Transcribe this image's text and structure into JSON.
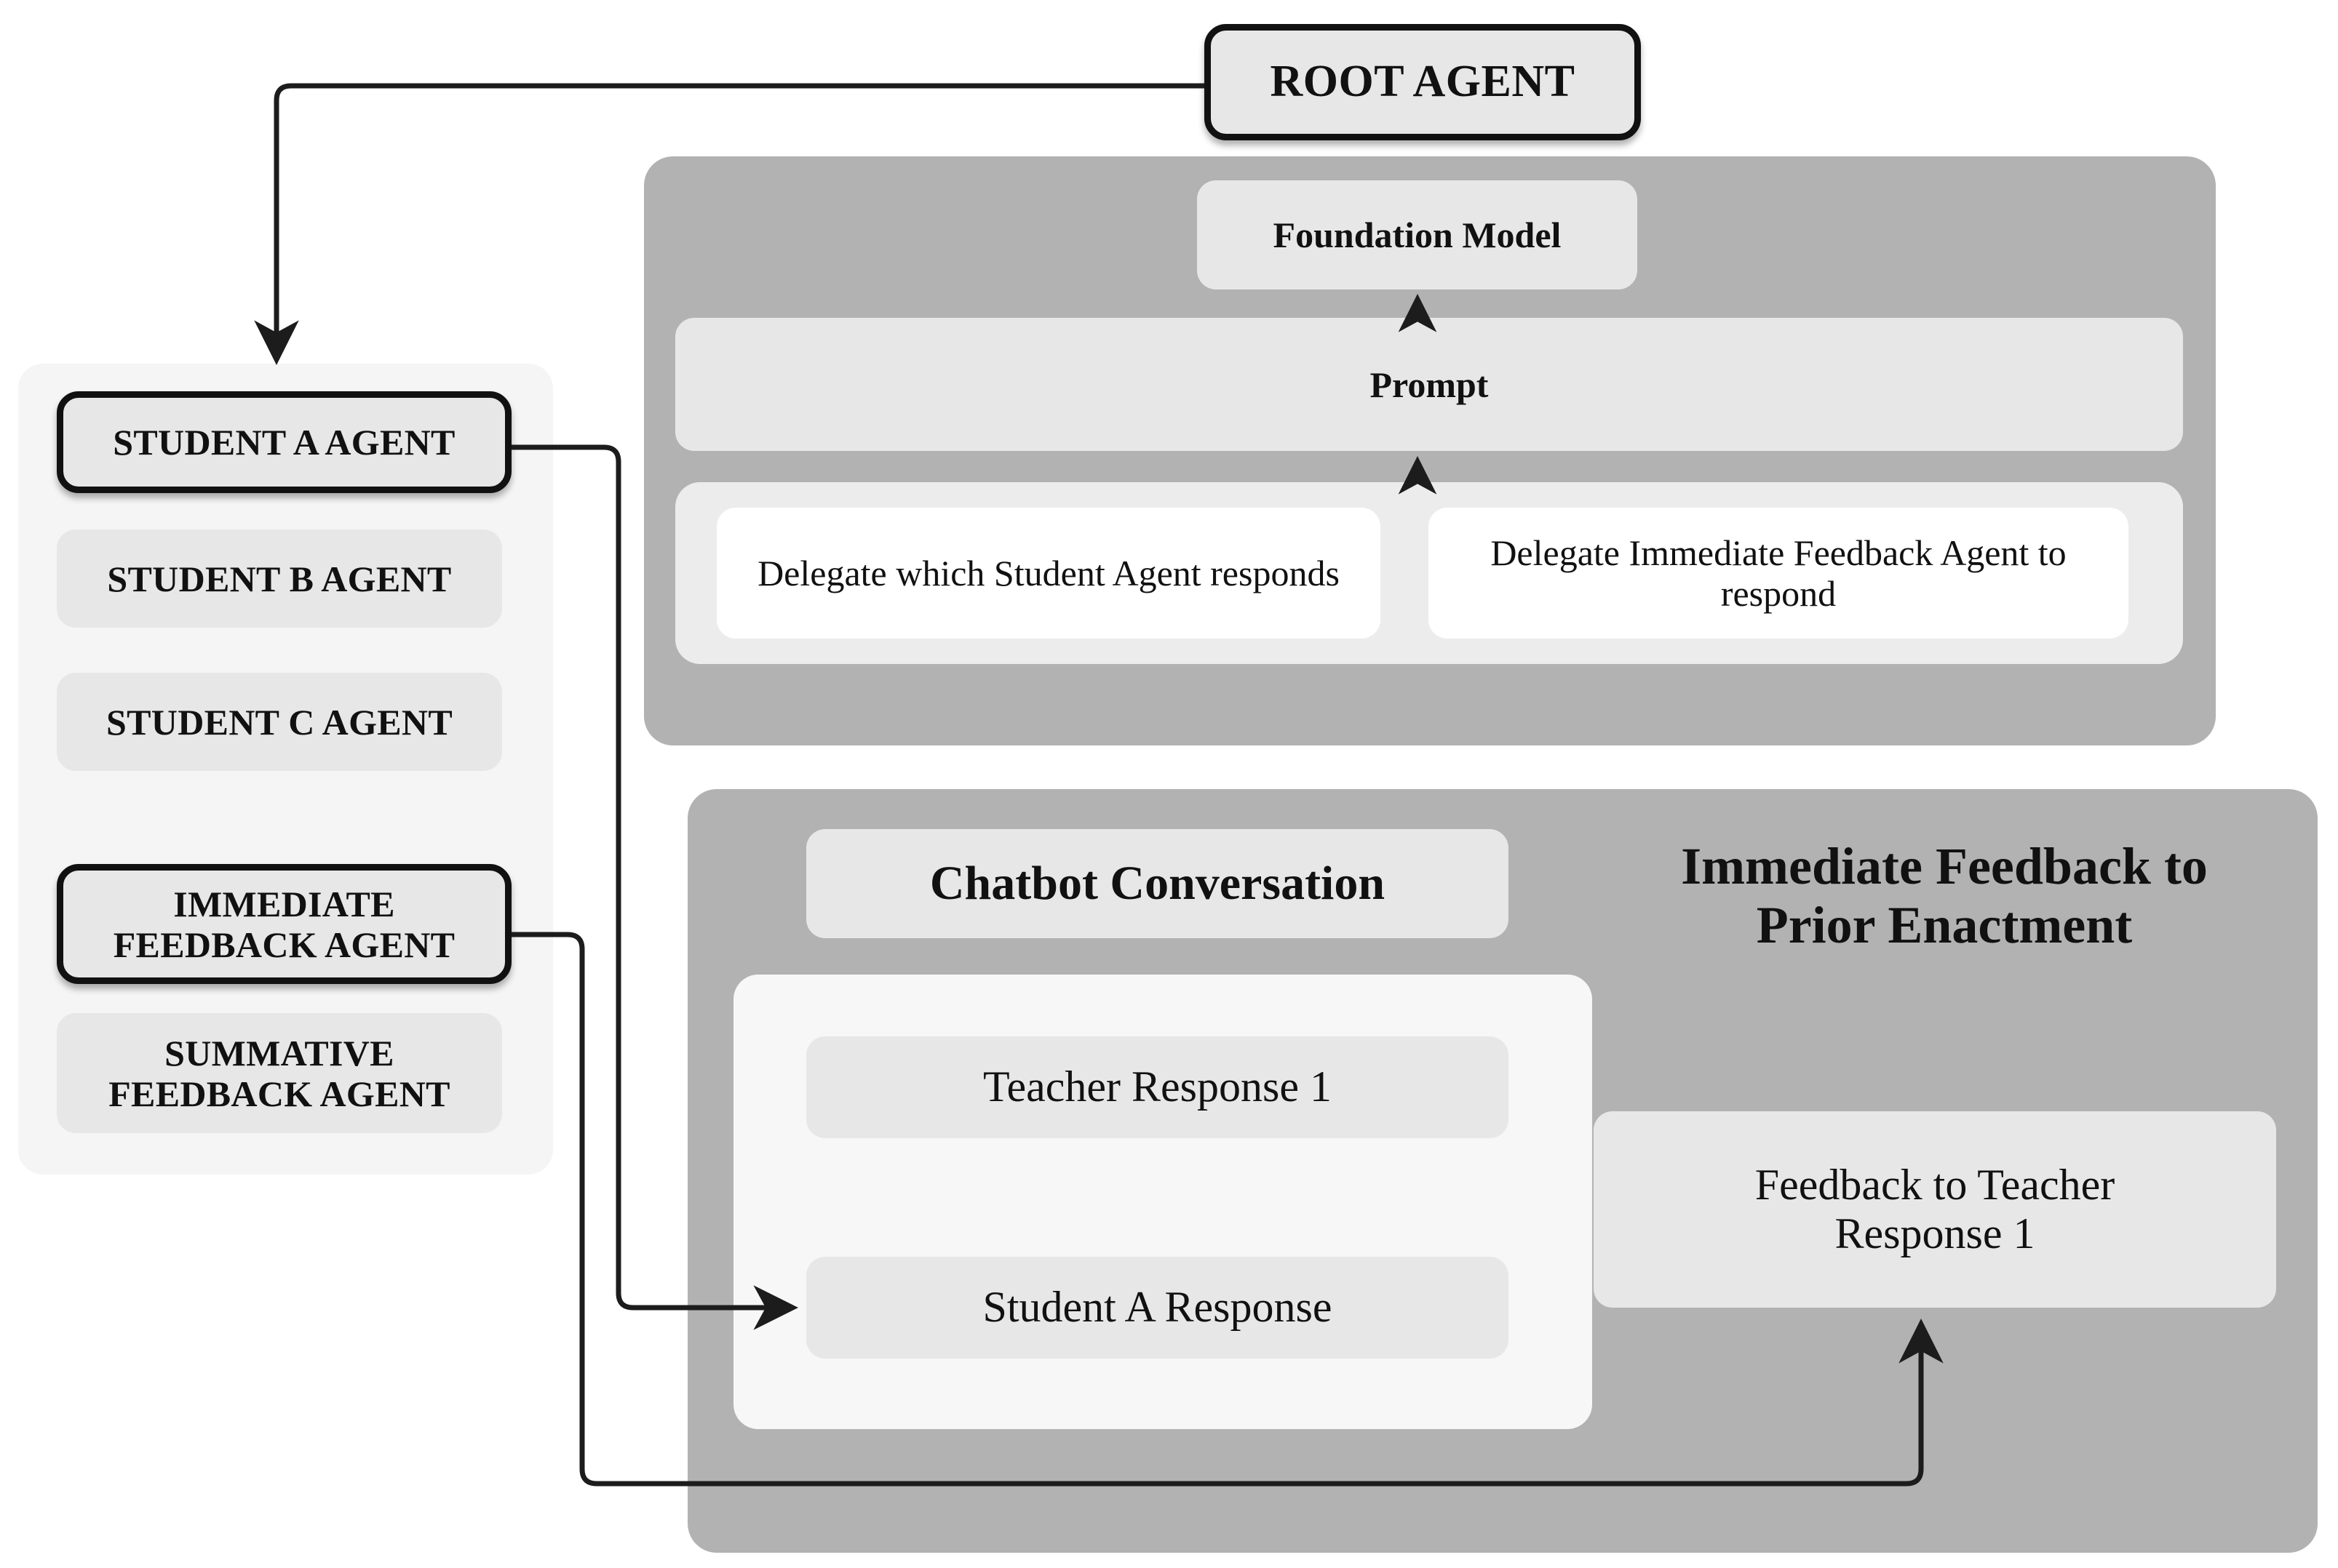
{
  "root": {
    "label": "ROOT AGENT"
  },
  "agent_sidebar": {
    "student_agents": [
      {
        "label": "STUDENT A AGENT",
        "selected": true
      },
      {
        "label": "STUDENT B AGENT",
        "selected": false
      },
      {
        "label": "STUDENT C AGENT",
        "selected": false
      }
    ],
    "feedback_agents": [
      {
        "line1": "IMMEDIATE",
        "line2": "FEEDBACK AGENT",
        "selected": true
      },
      {
        "line1": "SUMMATIVE",
        "line2": "FEEDBACK AGENT",
        "selected": false
      }
    ]
  },
  "model_panel": {
    "foundation_model": "Foundation Model",
    "prompt": "Prompt",
    "delegate_options": [
      "Delegate which Student Agent responds",
      "Delegate Immediate Feedback Agent to respond"
    ]
  },
  "conversation_panel": {
    "chatbot_header": "Chatbot Conversation",
    "feedback_header_line1": "Immediate Feedback to",
    "feedback_header_line2": "Prior Enactment",
    "messages": [
      "Teacher Response 1",
      "Student  A Response"
    ],
    "feedback_card_line1": "Feedback to Teacher",
    "feedback_card_line2": "Response 1"
  },
  "connectors": [
    {
      "name": "root-to-student-a-agent",
      "from": "ROOT AGENT",
      "to": "STUDENT A AGENT"
    },
    {
      "name": "student-a-agent-to-student-a-response",
      "from": "STUDENT A AGENT",
      "to": "Student  A Response"
    },
    {
      "name": "immediate-feedback-agent-to-feedback-card",
      "from": "IMMEDIATE FEEDBACK AGENT",
      "to": "Feedback to Teacher Response 1"
    },
    {
      "name": "prompt-to-foundation-model",
      "from": "Prompt",
      "to": "Foundation Model"
    },
    {
      "name": "delegates-to-prompt",
      "from": "Delegate options",
      "to": "Prompt"
    }
  ],
  "colors": {
    "panel_gray": "#b2b2b2",
    "box_light": "#e7e7e7",
    "panel_faint": "#f5f5f5",
    "panel_inner_white": "#f7f7f7",
    "line": "#1c1c1c",
    "text": "#111111"
  }
}
